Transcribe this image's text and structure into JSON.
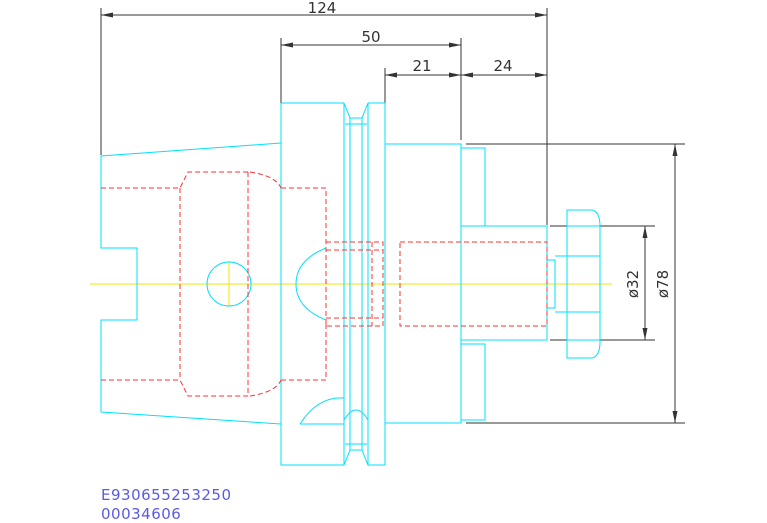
{
  "dimensions": {
    "overall_length": "124",
    "body_length": "50",
    "flange_length": "21",
    "shank_length": "24",
    "small_diameter": "ø32",
    "large_diameter": "ø78"
  },
  "part_codes": {
    "line1": "E930655253250",
    "line2": "00034606"
  },
  "colors": {
    "outline": "#00e0ff",
    "hidden_lines": "#ff3030",
    "center_line": "#e8e800",
    "dimension_lines": "#333333",
    "code_text": "#5a5ae6"
  }
}
